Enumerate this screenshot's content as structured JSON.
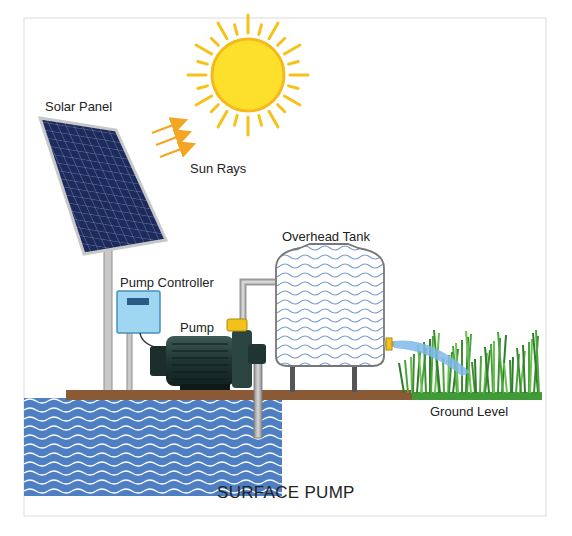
{
  "diagram": {
    "caption": "SURFACE PUMP",
    "labels": [
      "Solar Panel",
      "Sun Rays",
      "Pump Controller",
      "Pump",
      "Overhead Tank",
      "Ground Level"
    ]
  }
}
